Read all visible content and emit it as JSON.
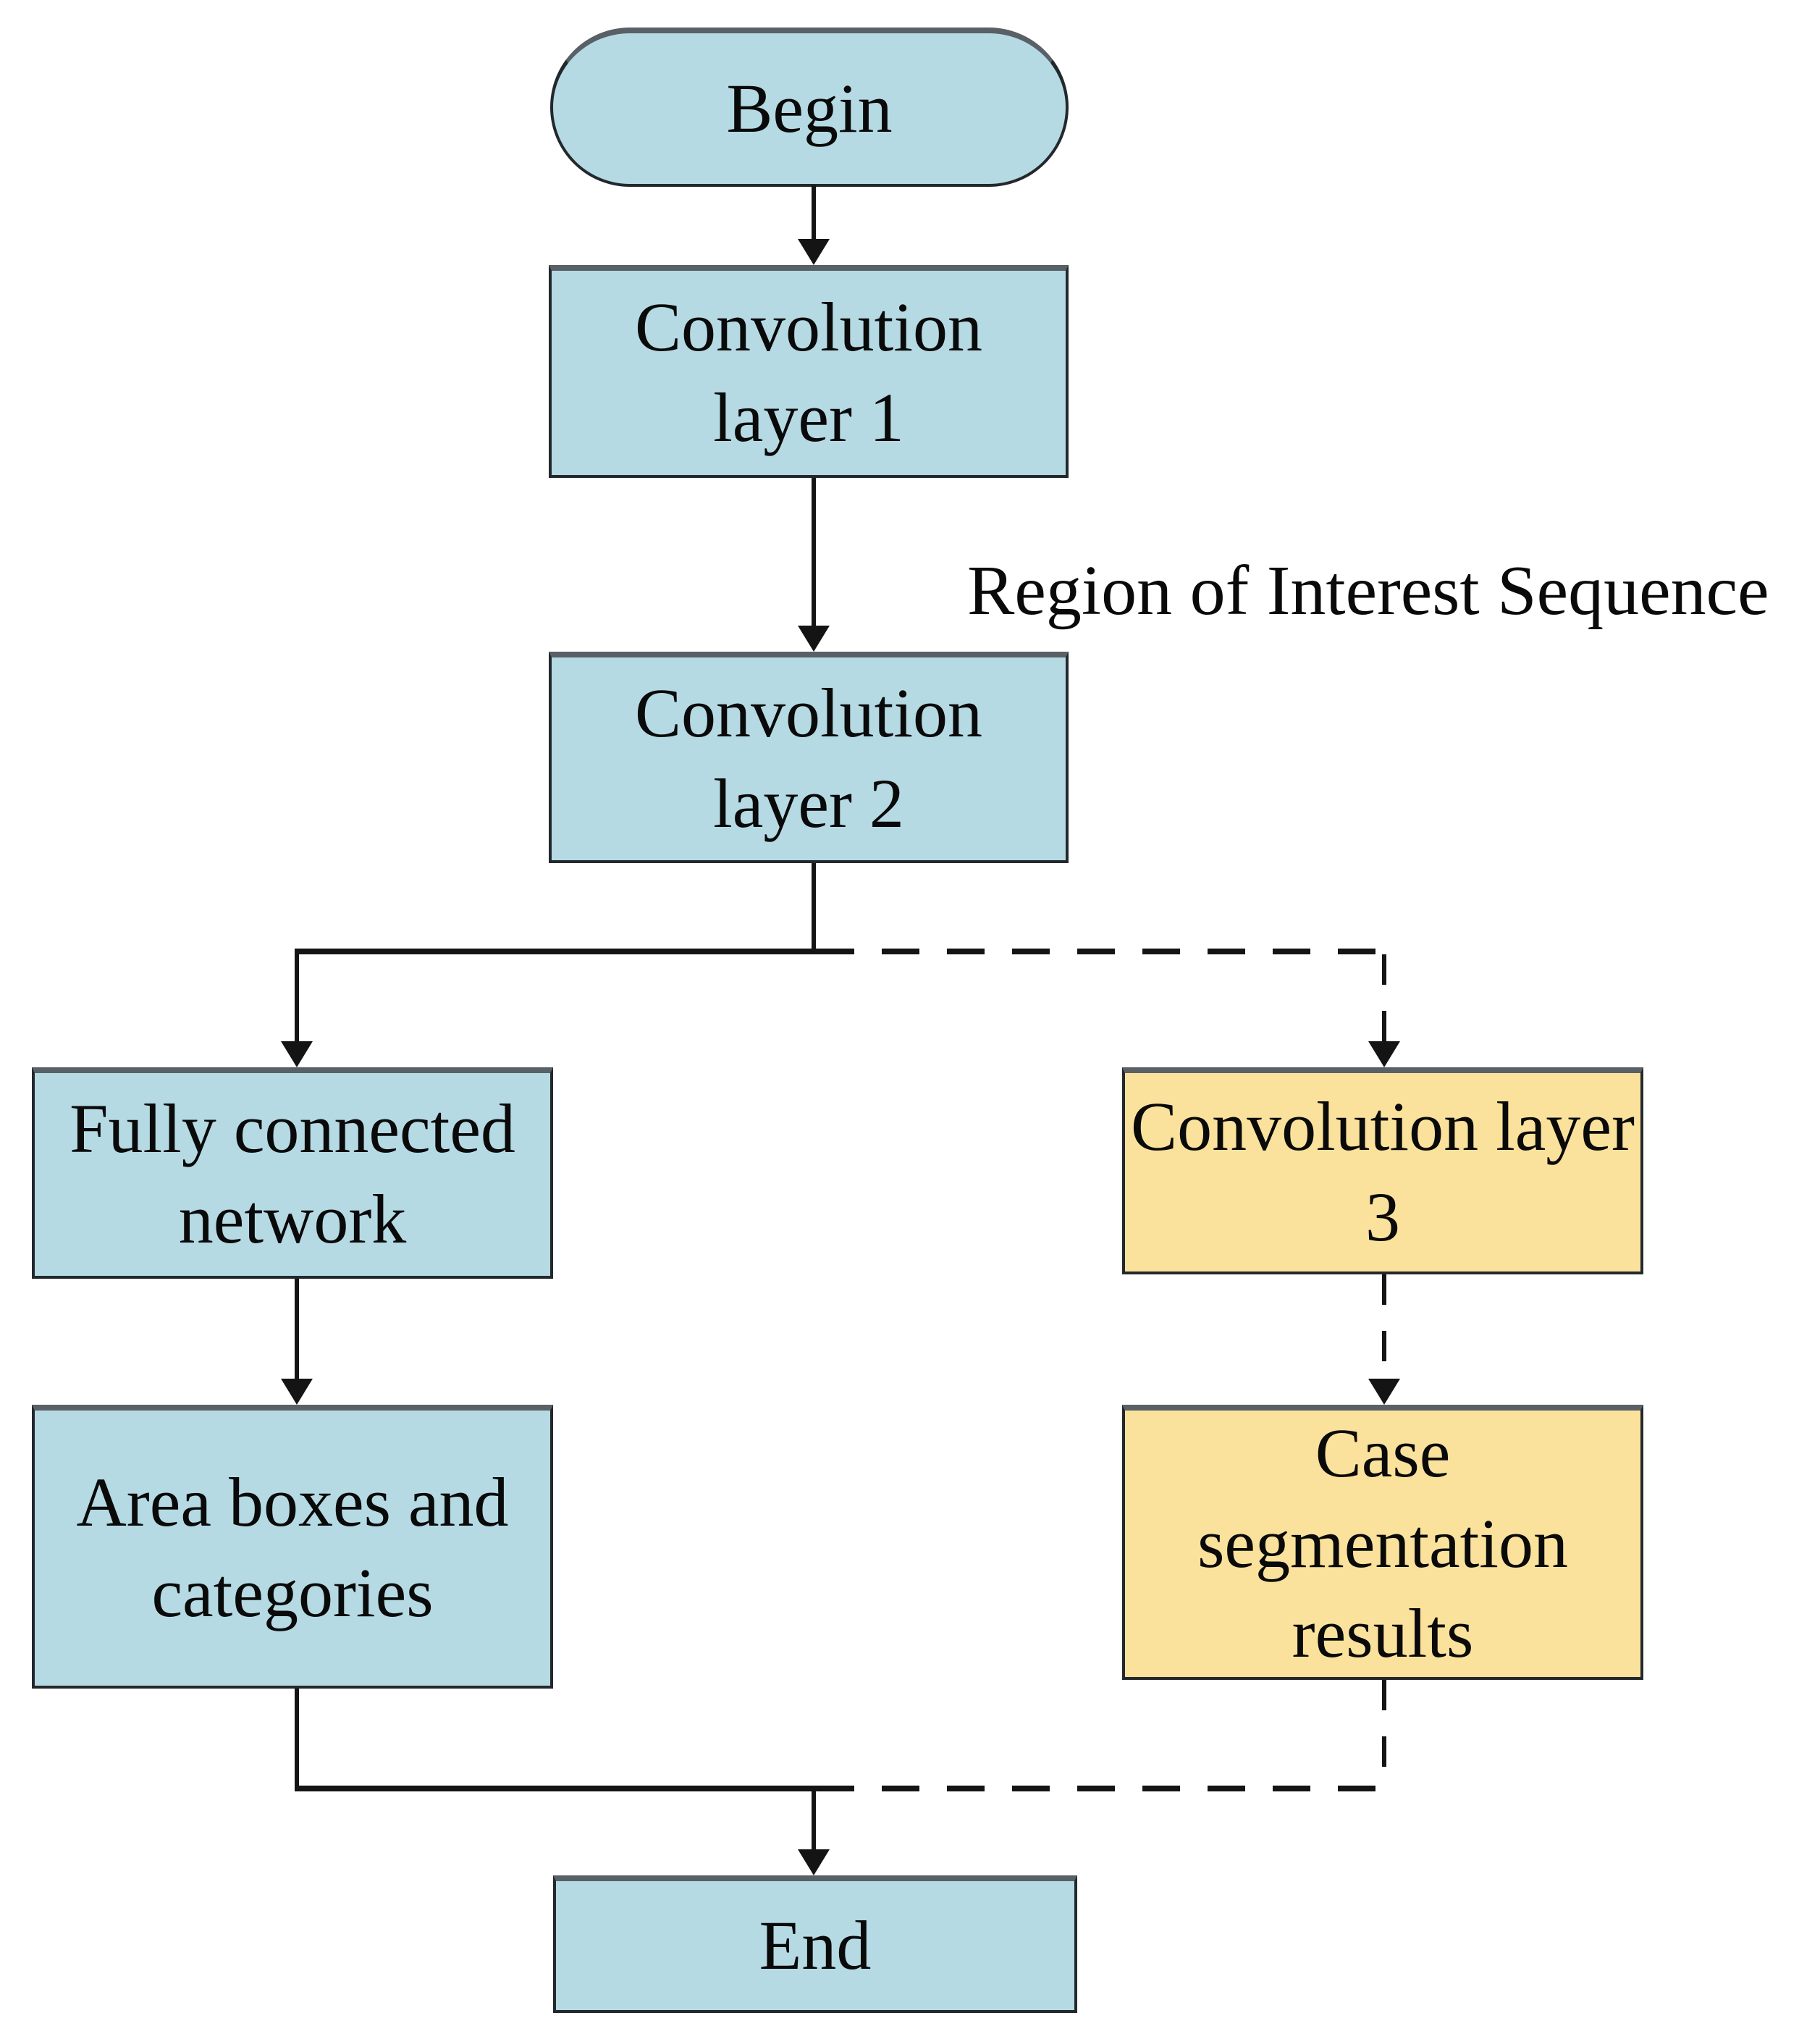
{
  "diagram": {
    "type": "flowchart",
    "background_color": "#ffffff",
    "line_color": "#141414",
    "border_color": "#23282c",
    "node_fill_blue": "#b5dae4",
    "node_fill_yellow": "#fbe29c",
    "annotations": {
      "roi_sequence": "Region of Interest Sequence"
    },
    "nodes": {
      "begin": {
        "label": "Begin",
        "shape": "stadium",
        "fill": "#b5dae4"
      },
      "conv1": {
        "label": "Convolution layer 1",
        "shape": "rectangle",
        "fill": "#b5dae4"
      },
      "conv2": {
        "label": "Convolution layer 2",
        "shape": "rectangle",
        "fill": "#b5dae4"
      },
      "fully_connected": {
        "label": "Fully connected network",
        "shape": "rectangle",
        "fill": "#b5dae4"
      },
      "conv3": {
        "label": "Convolution layer 3",
        "shape": "rectangle",
        "fill": "#fbe29c"
      },
      "area_boxes": {
        "label": "Area boxes and categories",
        "shape": "rectangle",
        "fill": "#b5dae4"
      },
      "case_segmentation": {
        "label": "Case segmentation results",
        "shape": "rectangle",
        "fill": "#fbe29c"
      },
      "end": {
        "label": "End",
        "shape": "rectangle",
        "fill": "#b5dae4"
      }
    },
    "edges": [
      {
        "from": "begin",
        "to": "conv1",
        "style": "solid"
      },
      {
        "from": "conv1",
        "to": "conv2",
        "style": "solid"
      },
      {
        "from": "conv2",
        "to": "fully_connected",
        "style": "solid"
      },
      {
        "from": "conv2",
        "to": "conv3",
        "style": "dashed"
      },
      {
        "from": "fully_connected",
        "to": "area_boxes",
        "style": "solid"
      },
      {
        "from": "conv3",
        "to": "case_segmentation",
        "style": "dashed"
      },
      {
        "from": "area_boxes",
        "to": "end",
        "style": "solid"
      },
      {
        "from": "case_segmentation",
        "to": "end",
        "style": "dashed"
      }
    ]
  }
}
